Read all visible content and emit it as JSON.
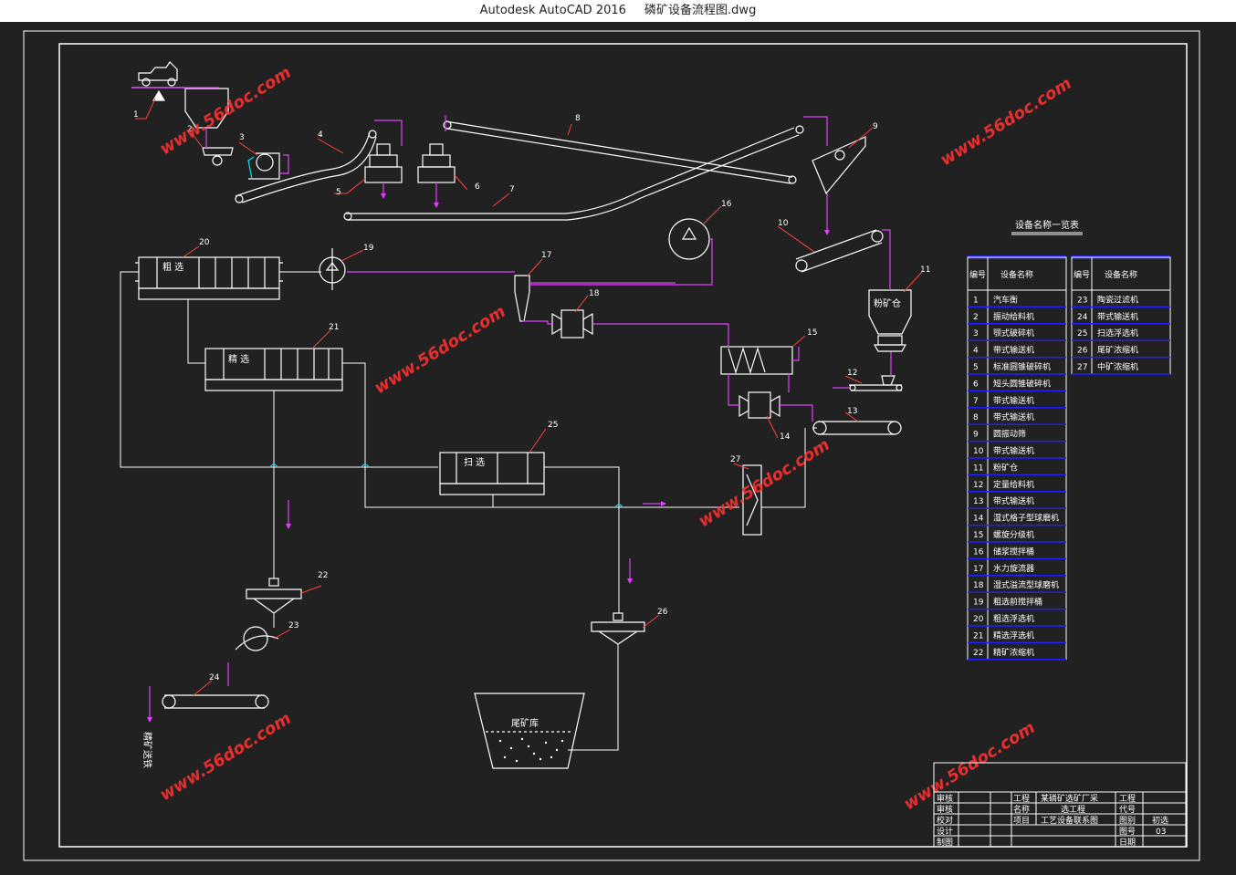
{
  "window": {
    "app": "Autodesk AutoCAD 2016",
    "file": "磷矿设备流程图.dwg"
  },
  "colors": {
    "background": "#212121",
    "line": "#ffffff",
    "flow": "#e040fb",
    "label": "#ff4040",
    "table_header": "#2020ff",
    "watermark": "#ff3030",
    "cyan": "#00e5ff"
  },
  "watermark": "www.56doc.com",
  "numbers": [
    "1",
    "2",
    "3",
    "4",
    "5",
    "6",
    "7",
    "8",
    "9",
    "10",
    "11",
    "12",
    "13",
    "14",
    "15",
    "16",
    "17",
    "18",
    "19",
    "20",
    "21",
    "22",
    "23",
    "24",
    "25",
    "26",
    "27"
  ],
  "equipment_labels": {
    "rougher": "粗 选",
    "cleaner": "精 选",
    "scavenger": "扫 选",
    "powder_bin": "粉矿仓",
    "tailings_pond": "尾矿库",
    "concentrate": "精矿送铁"
  },
  "equipment_table": {
    "title": "设备名称一览表",
    "col_no": "编号",
    "col_name": "设备名称",
    "left": [
      {
        "no": "1",
        "name": "汽车衡"
      },
      {
        "no": "2",
        "name": "振动给料机"
      },
      {
        "no": "3",
        "name": "颚式破碎机"
      },
      {
        "no": "4",
        "name": "带式输送机"
      },
      {
        "no": "5",
        "name": "标准圆锥破碎机"
      },
      {
        "no": "6",
        "name": "短头圆锥破碎机"
      },
      {
        "no": "7",
        "name": "带式输送机"
      },
      {
        "no": "8",
        "name": "带式输送机"
      },
      {
        "no": "9",
        "name": "圆振动筛"
      },
      {
        "no": "10",
        "name": "带式输送机"
      },
      {
        "no": "11",
        "name": "粉矿仓"
      },
      {
        "no": "12",
        "name": "定量给料机"
      },
      {
        "no": "13",
        "name": "带式输送机"
      },
      {
        "no": "14",
        "name": "湿式格子型球磨机"
      },
      {
        "no": "15",
        "name": "螺旋分级机"
      },
      {
        "no": "16",
        "name": "储浆搅拌桶"
      },
      {
        "no": "17",
        "name": "水力旋流器"
      },
      {
        "no": "18",
        "name": "湿式溢流型球磨机"
      },
      {
        "no": "19",
        "name": "粗选前搅拌桶"
      },
      {
        "no": "20",
        "name": "粗选浮选机"
      },
      {
        "no": "21",
        "name": "精选浮选机"
      },
      {
        "no": "22",
        "name": "精矿浓缩机"
      }
    ],
    "right": [
      {
        "no": "23",
        "name": "陶瓷过滤机"
      },
      {
        "no": "24",
        "name": "带式输送机"
      },
      {
        "no": "25",
        "name": "扫选浮选机"
      },
      {
        "no": "26",
        "name": "尾矿浓缩机"
      },
      {
        "no": "27",
        "name": "中矿浓缩机"
      }
    ]
  },
  "title_block": {
    "shenhe": "审核",
    "shenhe2": "审核",
    "jiaodui": "校对",
    "sheji": "设计",
    "zhitu": "制图",
    "gongcheng": "工程",
    "mingcheng": "名称",
    "project_name_1": "某磷矿选矿厂采",
    "project_name_2": "选工程",
    "xiangmu": "项目",
    "drawing_name": "工艺设备联系图",
    "gongcheng2": "工程",
    "daihao": "代号",
    "tubie": "图别",
    "tubie_val": "初选",
    "tuhao": "图号",
    "tuhao_val": "03",
    "riqi": "日期"
  }
}
